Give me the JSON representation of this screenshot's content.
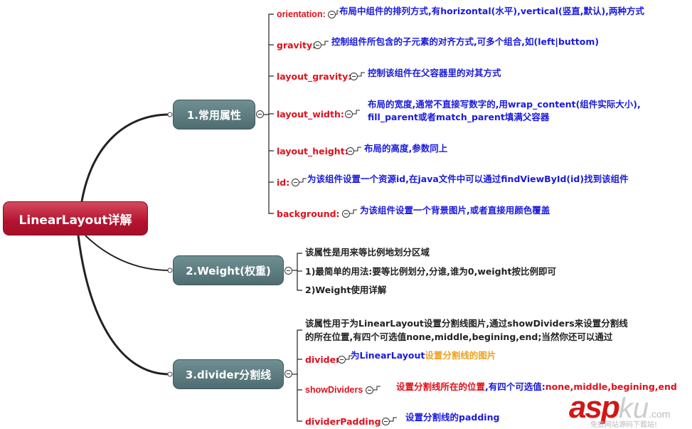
{
  "root": "LinearLayout详解",
  "branches": [
    {
      "label": "1.常用属性",
      "items": [
        {
          "key": "orientation:",
          "desc": "布局中组件的排列方式,有horizontal(水平),vertical(竖直,默认),两种方式"
        },
        {
          "key": "gravity:",
          "desc": "控制组件所包含的子元素的对齐方式,可多个组合,如(left|buttom)"
        },
        {
          "key": "layout_gravity:",
          "desc": "控制该组件在父容器里的对其方式"
        },
        {
          "key": "layout_width:",
          "desc": "布局的宽度,通常不直接写数字的,用wrap_content(组件实际大小),",
          "desc2": "fill_parent或者match_parent填满父容器"
        },
        {
          "key": "layout_height:",
          "desc": "布局的高度,参数同上"
        },
        {
          "key": "id:",
          "desc": "为该组件设置一个资源id,在java文件中可以通过findViewById(id)找到该组件"
        },
        {
          "key": "background:",
          "desc": "为该组件设置一个背景图片,或者直接用颜色覆盖"
        }
      ]
    },
    {
      "label": "2.Weight(权重)",
      "items": [
        "该属性是用来等比例地划分区域",
        "1)最简单的用法:要等比例划分,分谁,谁为0,weight按比例即可",
        "2)Weight使用详解"
      ]
    },
    {
      "label": "3.divider分割线",
      "intro": [
        "该属性用于为LinearLayout设置分割线图片,通过showDividers来设置分割线",
        "的所在位置,有四个可选值none,middle,begining,end;当然你还可以通过"
      ],
      "items": [
        {
          "key": "divider",
          "desc_a": "为LinearLayout",
          "desc_b": "设置分割线的图片"
        },
        {
          "key": "showDividers",
          "desc_a": "设置分割线所在的位置",
          "desc_b": ",有四个可选值:",
          "desc_c": "none,middle,begining,end"
        },
        {
          "key": "dividerPadding",
          "desc_a": "设置分割线的padding"
        }
      ]
    }
  ],
  "watermark": {
    "brand_a": "asp",
    "brand_b": "ku",
    "suffix": ".com",
    "tagline": "免费网站源码下载站!"
  },
  "colors": {
    "root": "#b4132f",
    "branch": "#5a7a7d",
    "key": "#e0101c",
    "desc": "#1a1adc"
  }
}
